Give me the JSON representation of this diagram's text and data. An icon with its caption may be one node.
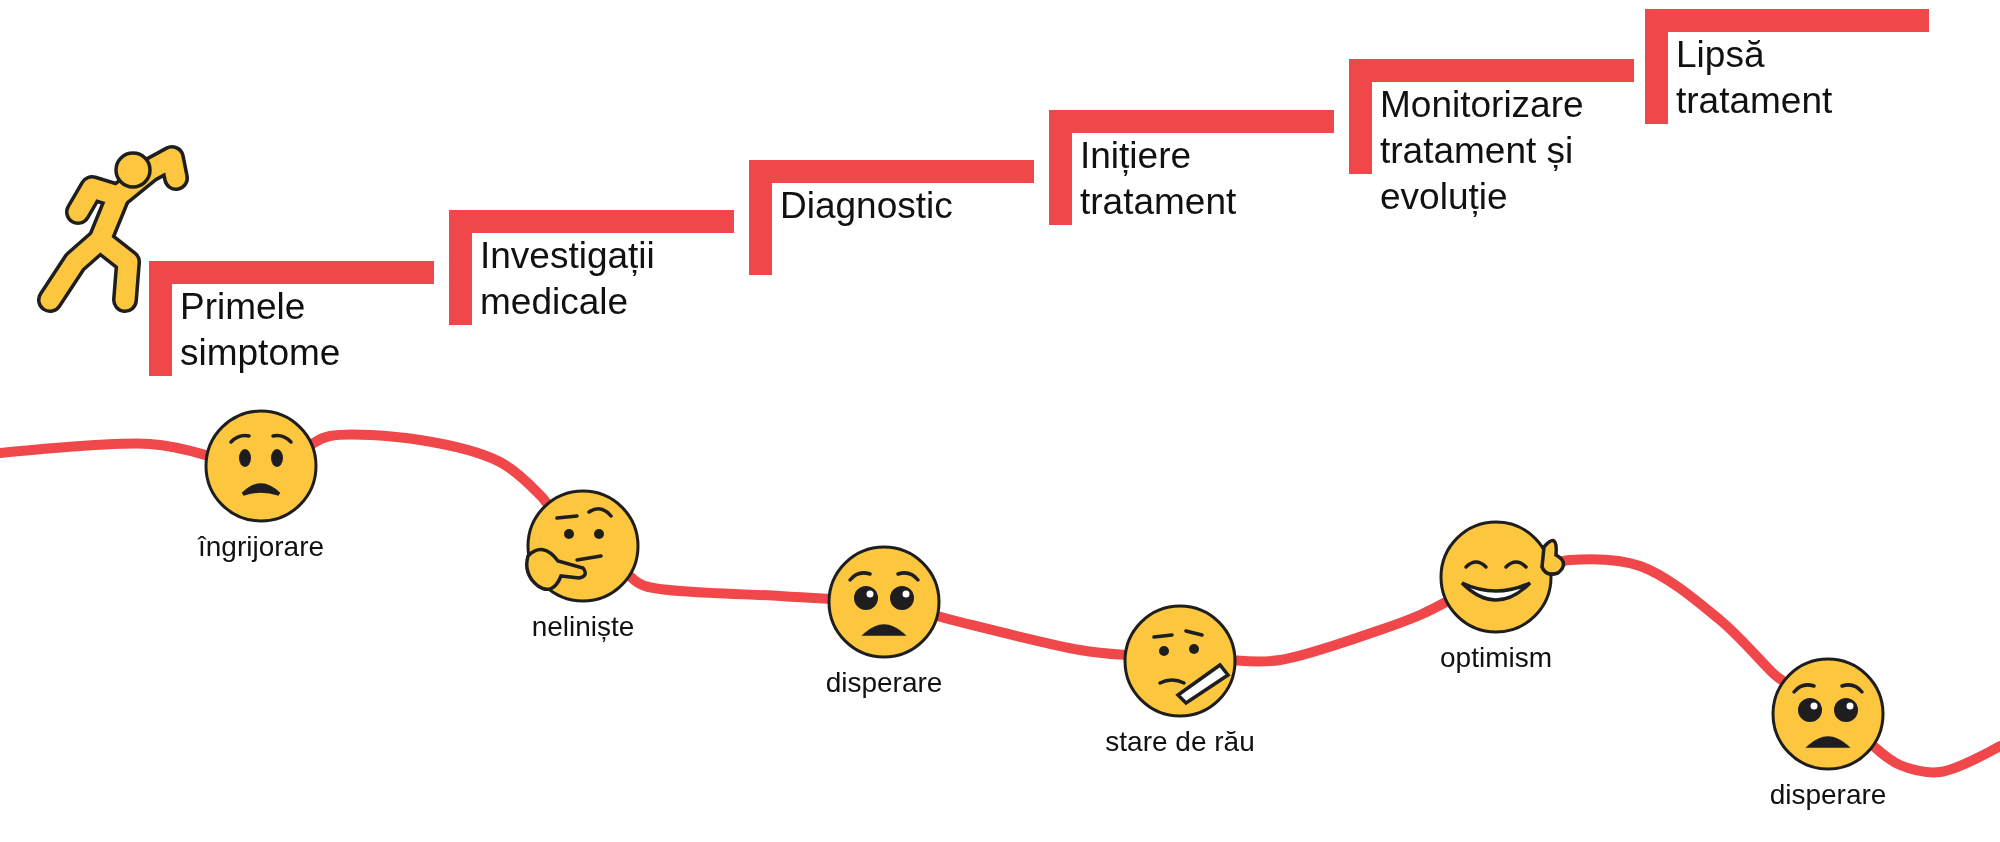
{
  "diagram": {
    "nodes": [
      {
        "text": [
          "Primele simptome"
        ]
      },
      {
        "text": [
          "Investigații medicale"
        ]
      },
      {
        "text": [
          "Diagnostic"
        ]
      },
      {
        "text": [
          "Inițiere tratament"
        ]
      },
      {
        "text": [
          "Monitorizare tratament și evoluție"
        ]
      },
      {
        "text": [
          "Lipsă tratament"
        ]
      },
      {
        "text": [],
        "shape": "circle",
        "beside": [
          "îngrijorare"
        ]
      },
      {
        "text": [],
        "shape": "circle",
        "beside": [
          "neliniște"
        ]
      },
      {
        "text": [],
        "shape": "circle",
        "beside": [
          "disperare"
        ]
      },
      {
        "text": [],
        "shape": "circle",
        "beside": [
          "stare de rău"
        ]
      },
      {
        "text": [],
        "shape": "circle",
        "beside": [
          "optimism"
        ]
      },
      {
        "text": [],
        "shape": "circle",
        "beside": [
          "disperare"
        ]
      }
    ],
    "edges": [
      {
        "from": null,
        "to": 6,
        "arrow": "none"
      },
      {
        "from": 6,
        "to": 7,
        "arrow": "none"
      },
      {
        "from": 7,
        "to": 8,
        "arrow": "none"
      },
      {
        "from": 8,
        "to": 9,
        "arrow": "none"
      },
      {
        "from": 9,
        "to": 10,
        "arrow": "none"
      },
      {
        "from": 10,
        "to": 11,
        "arrow": "none"
      },
      {
        "from": 11,
        "to": null,
        "arrow": "none"
      }
    ]
  }
}
